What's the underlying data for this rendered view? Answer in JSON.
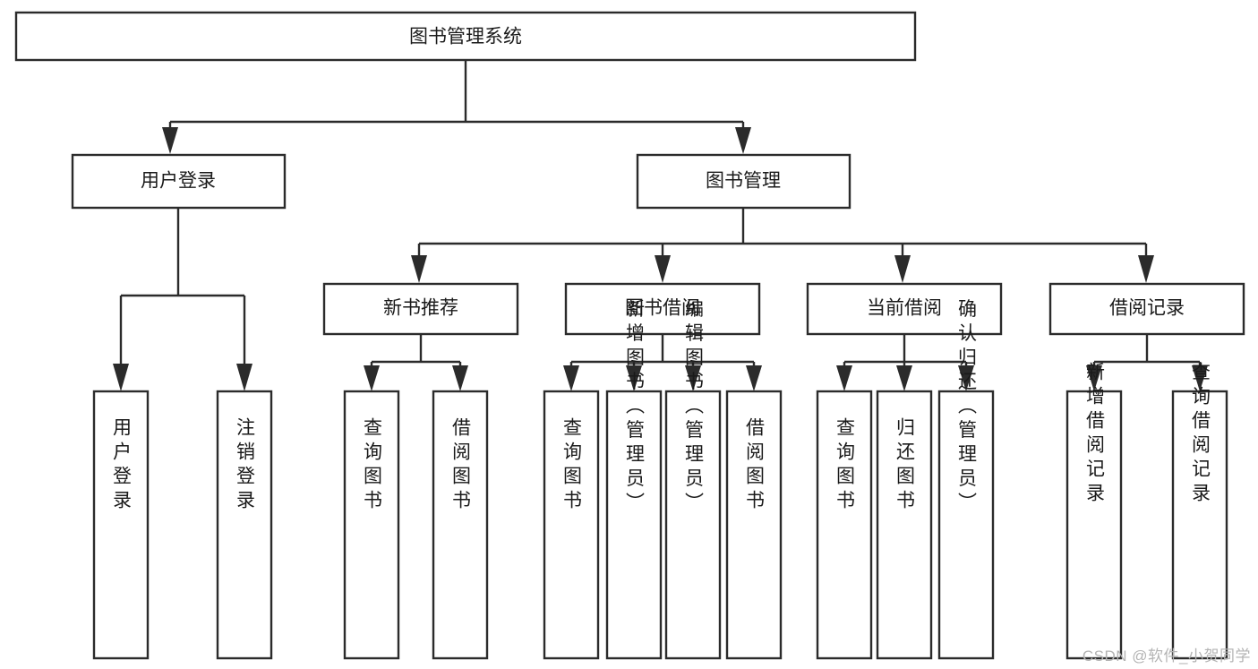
{
  "diagram": {
    "title": "图书管理系统",
    "type": "tree",
    "orientation": "top-down",
    "background_color": "#ffffff",
    "line_color": "#2b2b2b",
    "text_color": "#1a1a1a",
    "box_fill": "#ffffff"
  },
  "nodes": {
    "root": {
      "label": "图书管理系统"
    },
    "level2": [
      {
        "id": "user-login",
        "label": "用户登录"
      },
      {
        "id": "book-management",
        "label": "图书管理"
      }
    ],
    "level3": [
      {
        "id": "new-book-recommend",
        "label": "新书推荐"
      },
      {
        "id": "book-borrow",
        "label": "图书借阅"
      },
      {
        "id": "current-borrow",
        "label": "当前借阅"
      },
      {
        "id": "borrow-record",
        "label": "借阅记录"
      }
    ],
    "leaves": {
      "user-login": [
        {
          "id": "leaf-user-login",
          "label": "用户登录"
        },
        {
          "id": "leaf-logout-login",
          "label": "注销登录"
        }
      ],
      "new-book-recommend": [
        {
          "id": "leaf-query-book-1",
          "label": "查询图书"
        },
        {
          "id": "leaf-borrow-book-1",
          "label": "借阅图书"
        }
      ],
      "book-borrow": [
        {
          "id": "leaf-query-book-2",
          "label": "查询图书"
        },
        {
          "id": "leaf-add-book",
          "label": "新增图书（管理员）"
        },
        {
          "id": "leaf-edit-book",
          "label": "编辑图书（管理员）"
        },
        {
          "id": "leaf-borrow-book-2",
          "label": "借阅图书"
        }
      ],
      "current-borrow": [
        {
          "id": "leaf-query-book-3",
          "label": "查询图书"
        },
        {
          "id": "leaf-return-book",
          "label": "归还图书"
        },
        {
          "id": "leaf-confirm-return",
          "label": "确认归还（管理员）"
        }
      ],
      "borrow-record": [
        {
          "id": "leaf-add-record",
          "label": "新增借阅记录"
        },
        {
          "id": "leaf-query-record",
          "label": "查询借阅记录"
        }
      ]
    }
  },
  "watermark": {
    "text": "CSDN @软件_小贺同学"
  }
}
